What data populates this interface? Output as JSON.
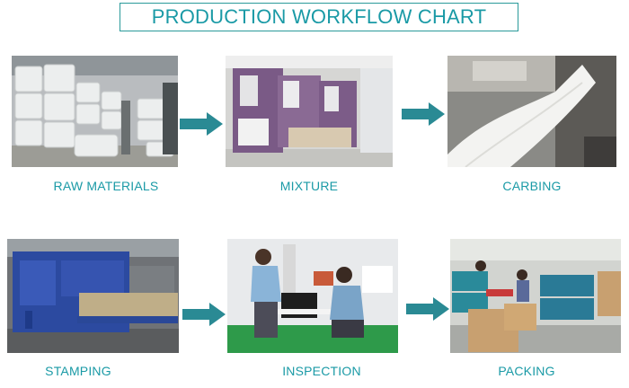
{
  "title": "PRODUCTION WORKFLOW CHART",
  "colors": {
    "accent": "#1a9aa6",
    "arrow": "#2a8a94",
    "title_border": "#2a9a9a"
  },
  "steps": [
    {
      "label": "RAW MATERIALS",
      "photo": "raw-materials-photo"
    },
    {
      "label": "MIXTURE",
      "photo": "mixture-photo"
    },
    {
      "label": "CARBING",
      "photo": "carbing-photo"
    },
    {
      "label": "STAMPING",
      "photo": "stamping-photo"
    },
    {
      "label": "INSPECTION",
      "photo": "inspection-photo"
    },
    {
      "label": "PACKING",
      "photo": "packing-photo"
    }
  ]
}
